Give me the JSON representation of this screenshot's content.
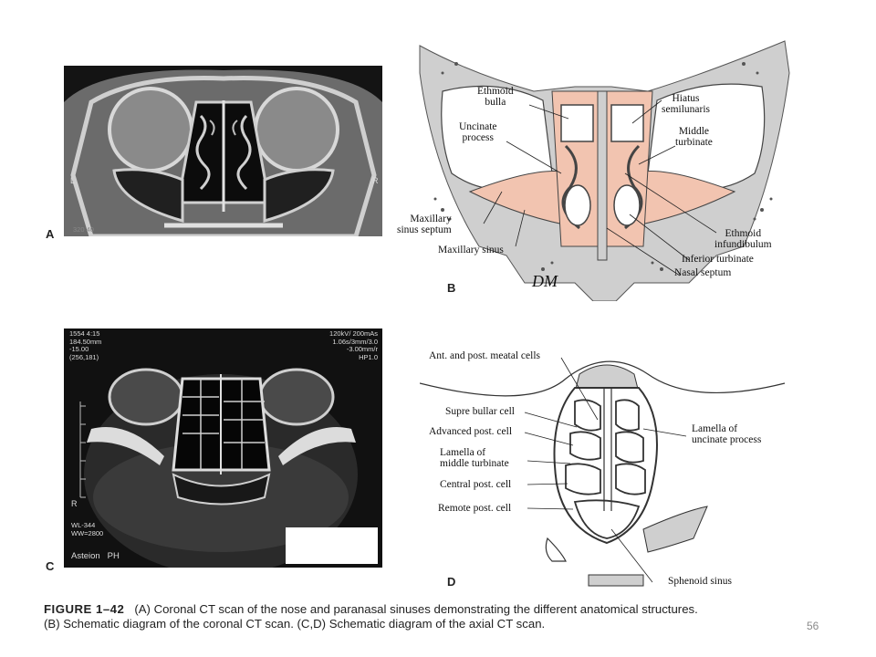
{
  "panels": {
    "A": {
      "letter": "A",
      "corner_left": "R",
      "corner_right": "L",
      "footer_text": "320 40"
    },
    "B": {
      "letter": "B",
      "signature": "DM",
      "labels": {
        "ethmoid_bulla": "Ethmoid\nbulla",
        "uncinate_process": "Uncinate\nprocess",
        "maxillary_sinus_septum": "Maxillary\nsinus septum",
        "maxillary_sinus": "Maxillary sinus",
        "hiatus_semilunaris": "Hiatus\nsemilunaris",
        "middle_turbinate": "Middle\nturbinate",
        "ethmoid_infundibulum": "Ethmoid\ninfundibulum",
        "inferior_turbinate": "Inferior turbinate",
        "nasal_septum": "Nasal septum"
      }
    },
    "C": {
      "letter": "C",
      "overlay_top_left": "1554 4:15\n184.50mm\n-15.00\n(256,181)",
      "overlay_top_right": "120kV/ 200mAs\n1.06s/3mm/3.0\n-3.00mm/r\nHP1.0",
      "overlay_side": "R",
      "overlay_bottom_left": "WL-344\nWW=2800",
      "overlay_brand": "Asteion   PH"
    },
    "D": {
      "letter": "D",
      "labels": {
        "ant_post_meatal": "Ant. and post. meatal cells",
        "supre_bullar": "Supre bullar cell",
        "advanced_post": "Advanced post. cell",
        "lamella_middle_turbinate": "Lamella of\nmiddle turbinate",
        "central_post": "Central post. cell",
        "remote_post": "Remote post. cell",
        "lamella_uncinate": "Lamella of\nuncinate process",
        "sphenoid_sinus": "Sphenoid sinus"
      }
    }
  },
  "caption": {
    "figure_label": "FIGURE 1–42",
    "line1": "(A) Coronal CT scan of the nose and paranasal sinuses demonstrating the different anatomical structures.",
    "line2": "(B) Schematic diagram of the coronal CT scan. (C,D) Schematic diagram of the axial CT scan."
  },
  "page_number": "56",
  "colors": {
    "mucosa": "#f2c4b0",
    "bone_gray": "#cfcfcf",
    "ct_black": "#111111"
  }
}
